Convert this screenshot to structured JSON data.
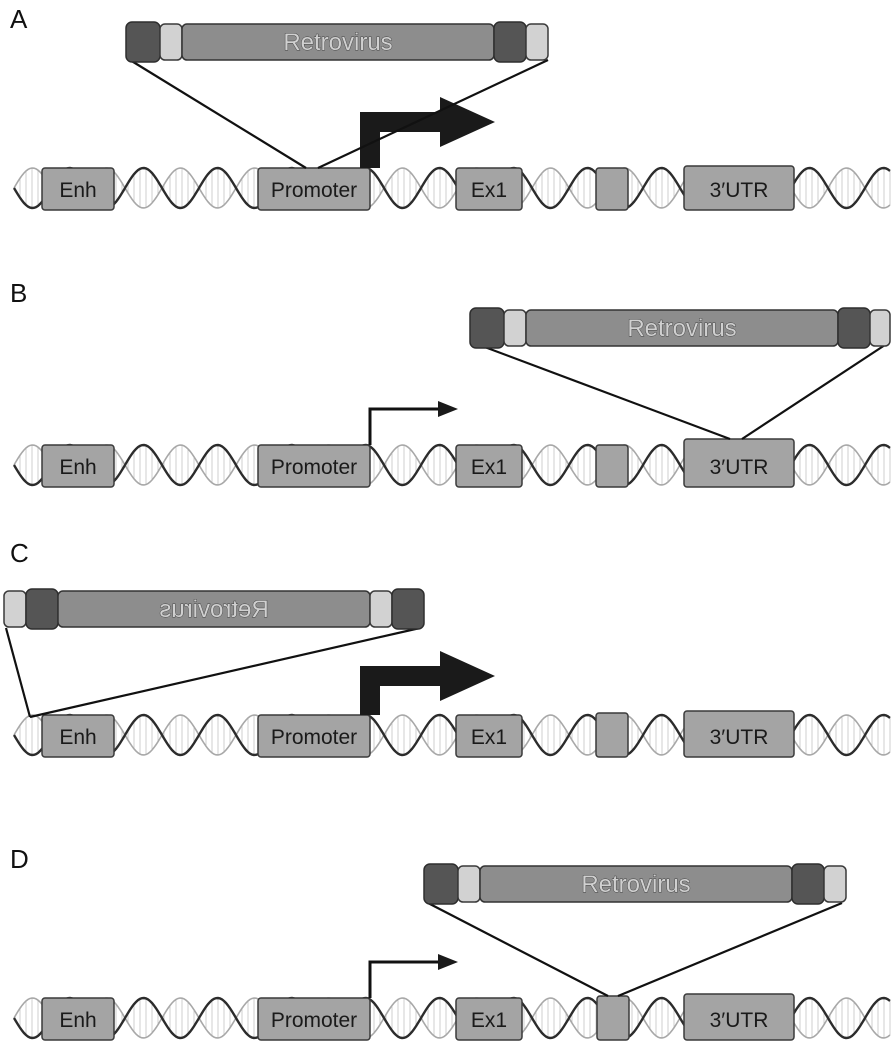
{
  "labels": {
    "enhancer": "Enh",
    "promoter": "Promoter",
    "exon1": "Ex1",
    "utr": "3′UTR",
    "retrovirus": "Retrovirus"
  },
  "panels": [
    {
      "label": "A",
      "insertion_site": "promoter",
      "provirus_orientation": "forward",
      "transcription_arrow": "strong"
    },
    {
      "label": "B",
      "insertion_site": "utr",
      "provirus_orientation": "forward",
      "transcription_arrow": "normal"
    },
    {
      "label": "C",
      "insertion_site": "enhancer",
      "provirus_orientation": "reverse",
      "transcription_arrow": "strong"
    },
    {
      "label": "D",
      "insertion_site": "exon2",
      "provirus_orientation": "forward",
      "transcription_arrow": "normal"
    }
  ],
  "colors": {
    "gene_box": "#a4a4a4",
    "ltr_dark": "#555555",
    "ltr_light": "#d2d2d2",
    "provirus_body": "#8d8d8d",
    "arrow": "#1a1a1a"
  }
}
